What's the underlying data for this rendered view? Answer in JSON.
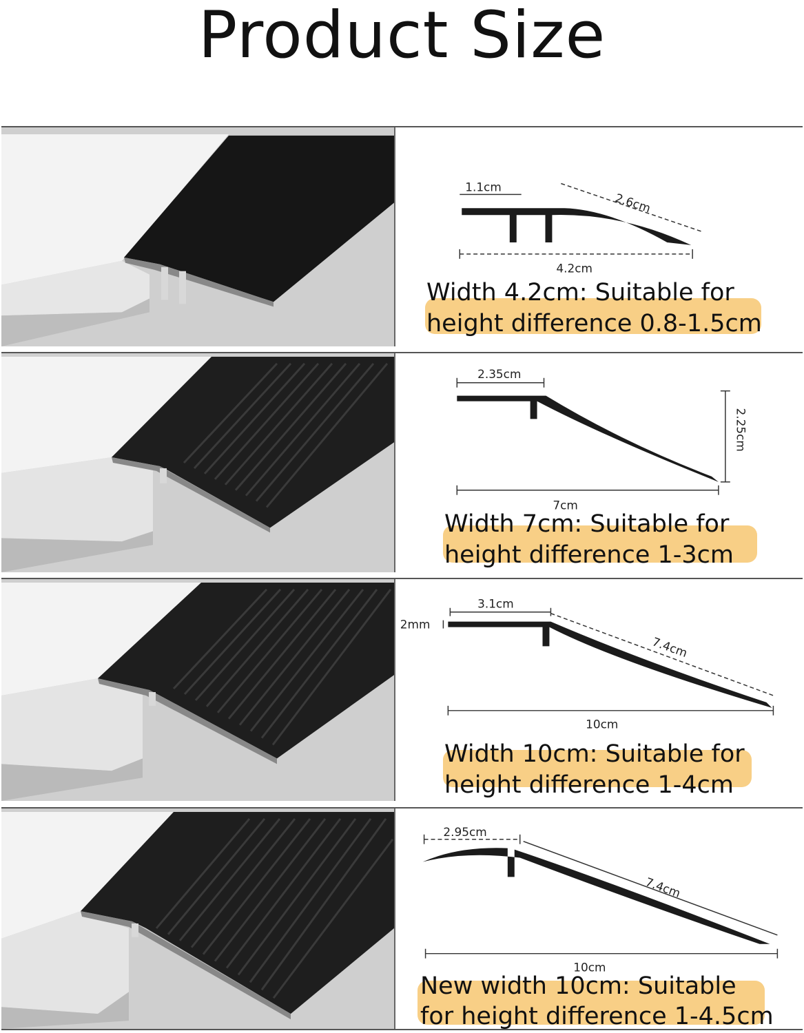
{
  "title": "Product Size",
  "colors": {
    "highlight": "#f8cf86",
    "profile": "#1b1b1b",
    "background_photo": "#c9c9c9",
    "tile": "#f2f2f2"
  },
  "rows": [
    {
      "dims": {
        "top_left": "1.1cm",
        "slope": "2.6cm",
        "width": "4.2cm"
      },
      "caption_line1": "Width 4.2cm: Suitable for",
      "caption_line2": "height difference 0.8-1.5cm"
    },
    {
      "dims": {
        "top_left": "2.35cm",
        "height": "2.25cm",
        "width": "7cm"
      },
      "caption_line1": "Width 7cm: Suitable for",
      "caption_line2": "height difference 1-3cm"
    },
    {
      "dims": {
        "thickness": "2mm",
        "top_left": "3.1cm",
        "slope": "7.4cm",
        "width": "10cm"
      },
      "caption_line1": "Width 10cm: Suitable for",
      "caption_line2": "height difference 1-4cm"
    },
    {
      "dims": {
        "top_left": "2.95cm",
        "slope": "7.4cm",
        "width": "10cm"
      },
      "caption_line1": "New width 10cm: Suitable",
      "caption_line2": "for height difference 1-4.5cm"
    }
  ]
}
